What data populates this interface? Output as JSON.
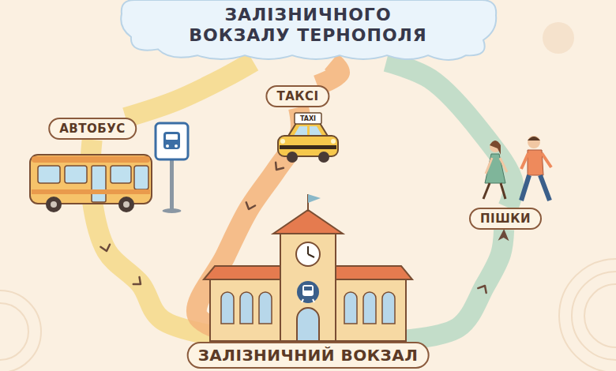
{
  "diagram": {
    "nodes": [
      {
        "text": [
          "ЗАЛІЗНИЧНОГО ВОКЗАЛУ ТЕРНОПОЛЯ"
        ]
      },
      {
        "text": [
          "АВТОБУС"
        ]
      },
      {
        "text": [
          "ТАКСІ"
        ]
      },
      {
        "text": [
          "ПІШКИ"
        ]
      },
      {
        "text": [
          "ЗАЛІЗНИЧНИЙ ВОКЗАЛ"
        ]
      }
    ],
    "edges": [
      {
        "from": 0,
        "to": 1,
        "arrow": "none"
      },
      {
        "from": 0,
        "to": 2,
        "arrow": "none"
      },
      {
        "from": 0,
        "to": 3,
        "arrow": "none"
      },
      {
        "from": 1,
        "to": 4,
        "arrow": "to"
      },
      {
        "from": 2,
        "to": 4,
        "arrow": "to"
      },
      {
        "from": 4,
        "to": 3,
        "arrow": "to"
      }
    ],
    "labels": [
      "TAXI"
    ]
  }
}
